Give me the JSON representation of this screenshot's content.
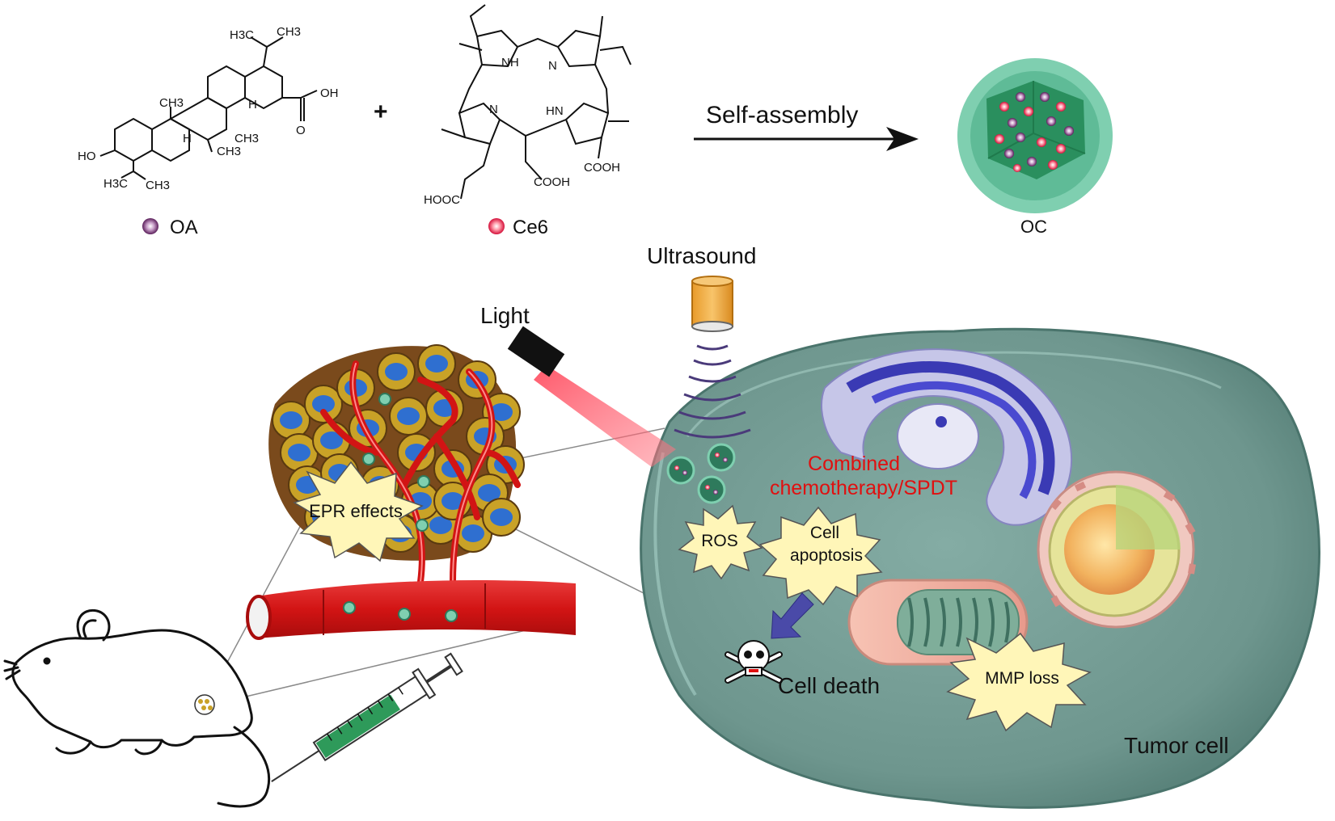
{
  "chemistry": {
    "oa_label": "OA",
    "ce6_label": "Ce6",
    "oc_label": "OC",
    "plus": "+",
    "arrow_label": "Self-assembly",
    "oa_groups": {
      "h3c_top": "H3C",
      "ch3_top": "CH3",
      "oh": "OH",
      "ch3_a": "CH3",
      "h_a": "H",
      "h_b": "H",
      "ch3_b": "CH3",
      "ch3_c": "CH3",
      "ho": "HO",
      "h3c_bottom": "H3C",
      "ch3_bottom": "CH3",
      "carbonyl_o": "O"
    },
    "ce6_groups": {
      "nh_top": "NH",
      "n_top": "N",
      "n_left": "N",
      "hn_right": "HN",
      "cooh_right": "COOH",
      "cooh_mid": "COOH",
      "hooc_left": "HOOC"
    }
  },
  "scene": {
    "ultrasound_label": "Ultrasound",
    "light_label": "Light",
    "epr_label": "EPR effects",
    "combined_line1": "Combined",
    "combined_line2": "chemotherapy/SPDT",
    "ros_label": "ROS",
    "apoptosis_line1": "Cell",
    "apoptosis_line2": "apoptosis",
    "cell_death_label": "Cell death",
    "mmp_label": "MMP loss",
    "tumor_cell_label": "Tumor cell"
  },
  "colors": {
    "oa_particle": "#6a2a6a",
    "ce6_particle": "#e0204a",
    "nanoparticle_shell": "#6fc3a5",
    "combined_text": "#e01010",
    "cell_body": "#6d9a92",
    "vessel": "#d61a1a",
    "tumor_cell_fill": "#2f6fd0",
    "tumor_cell_ring": "#c9a227",
    "starburst": "#fff6b8",
    "light_beam": "#ff5a6a",
    "syringe_liquid": "#2e9a5a"
  },
  "icons": {
    "skull": "skull-icon",
    "ultrasound": "ultrasound-transducer-icon",
    "light": "laser-probe-icon",
    "mouse": "mouse-icon",
    "syringe": "syringe-icon"
  }
}
